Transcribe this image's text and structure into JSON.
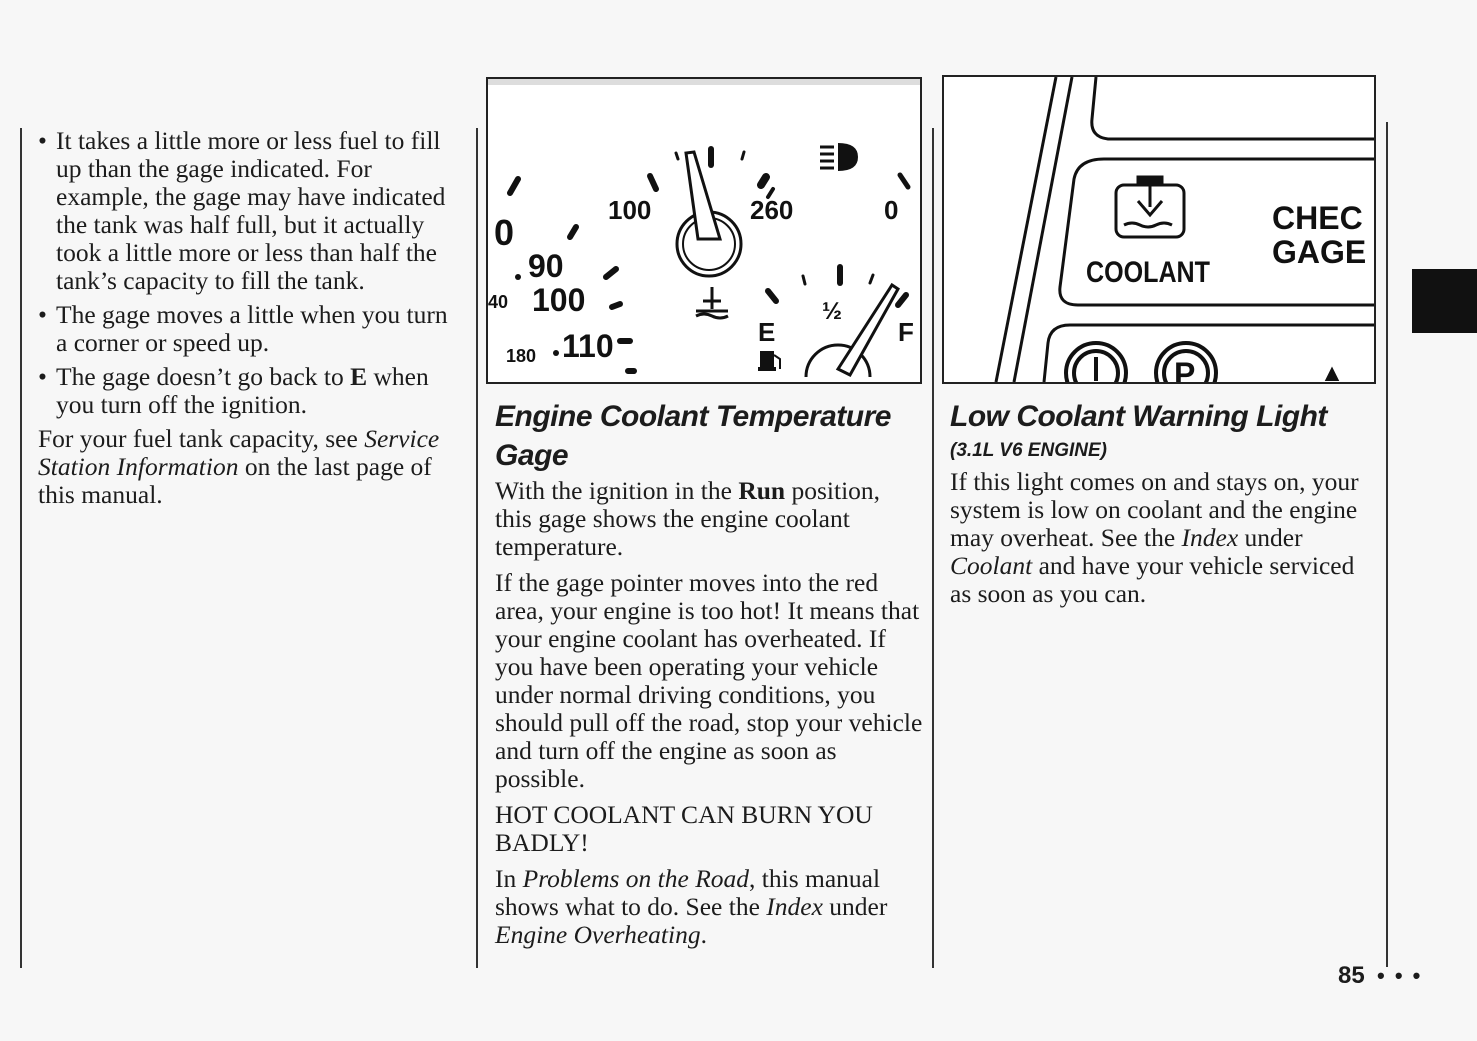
{
  "left": {
    "bullets": [
      "It takes a little more or less fuel to fill up than the gage indicated. For example, the gage may have indicated the tank was half full, but it actually took a little more or less than half the tank’s capacity to fill the tank.",
      "The gage moves a little when you turn a corner or speed up."
    ],
    "bullet3_before": "The gage doesn’t go back to ",
    "bullet3_bold": "E",
    "bullet3_after": " when you turn off the ignition.",
    "para_before": "For your fuel tank capacity, see ",
    "para_italic": "Service Station Information",
    "para_after": " on the last page of this manual."
  },
  "middle": {
    "title": "Engine Coolant Temperature Gage",
    "p1_before": "With the ignition in the ",
    "p1_bold": "Run",
    "p1_after": " position, this gage shows the engine coolant temperature.",
    "p2": "If the gage pointer moves into the red area, your engine is too hot! It means that your engine coolant has overheated. If you have been operating your vehicle under normal driving conditions, you should pull off the road, stop your vehicle and turn off the engine as soon as possible.",
    "p3": "HOT COOLANT CAN BURN YOU BADLY!",
    "p4_a": "In ",
    "p4_b": "Problems on the Road",
    "p4_c": ", this manual shows what to do. See the ",
    "p4_d": "Index",
    "p4_e": " under ",
    "p4_f": "Engine Overheating",
    "p4_g": "."
  },
  "right": {
    "title": "Low Coolant Warning Light",
    "subtitle": "(3.1L V6 ENGINE)",
    "p1_a": "If this light comes on and stays on, your system is low on coolant and the engine may overheat. See the ",
    "p1_b": "Index",
    "p1_c": " under ",
    "p1_d": "Coolant",
    "p1_e": " and have your vehicle serviced as soon as you can."
  },
  "gauge": {
    "labels": [
      "0",
      "90",
      "100",
      "110",
      "180",
      "40",
      "100",
      "260",
      "0",
      "E",
      "½",
      "F"
    ]
  },
  "panel": {
    "coolant": "COOLANT",
    "check": "CHEC",
    "gage": "GAGE"
  },
  "footer": {
    "page_number": "85",
    "dots": "• • •"
  }
}
